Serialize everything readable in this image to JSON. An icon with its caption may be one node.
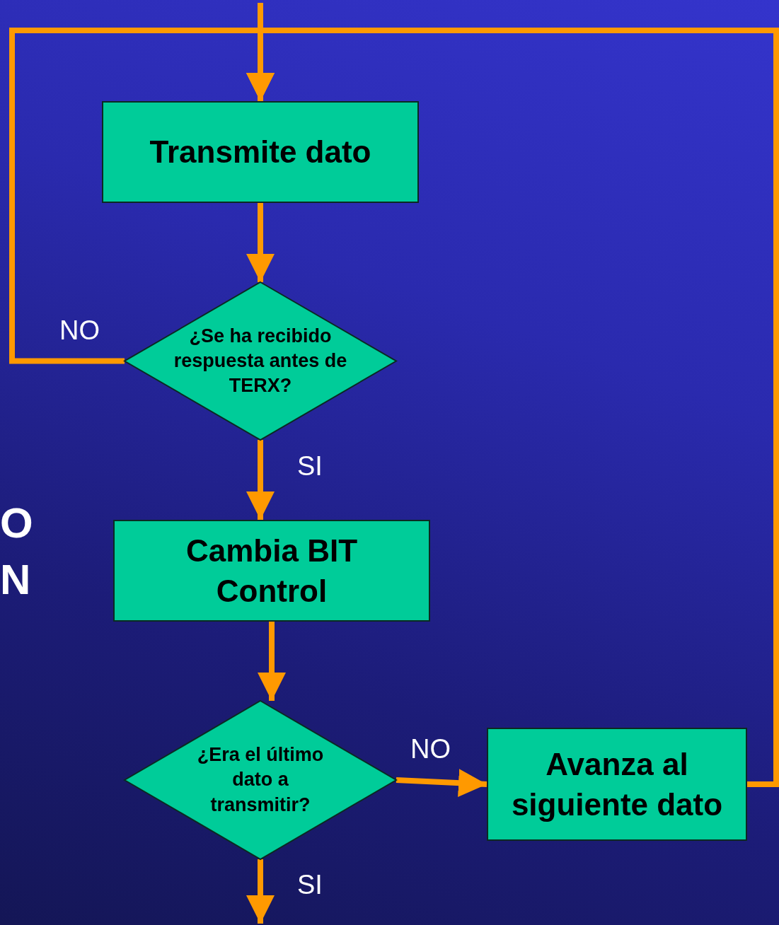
{
  "diagram": {
    "nodes": [
      {
        "text": [
          "Transmite dato"
        ]
      },
      {
        "text": [
          "¿Se ha recibido respuesta antes de TERX?"
        ]
      },
      {
        "text": [
          "Cambia BIT Control"
        ]
      },
      {
        "text": [
          "¿Era el último dato a transmitir?"
        ]
      },
      {
        "text": [
          "Avanza al siguiente dato"
        ]
      }
    ],
    "edges": [
      {
        "from": null,
        "to": 0,
        "arrow": "to"
      },
      {
        "from": 0,
        "to": 1,
        "arrow": "to"
      },
      {
        "from": 1,
        "to": 0,
        "arrow": "to",
        "label": "NO"
      },
      {
        "from": 1,
        "to": 2,
        "arrow": "to",
        "label": "SI"
      },
      {
        "from": 2,
        "to": 3,
        "arrow": "to"
      },
      {
        "from": 3,
        "to": 4,
        "arrow": "to",
        "label": "NO"
      },
      {
        "from": 4,
        "to": 0,
        "arrow": "to"
      },
      {
        "from": 3,
        "to": null,
        "arrow": "to",
        "label": "SI"
      }
    ],
    "labels": [
      "O",
      "N"
    ]
  }
}
